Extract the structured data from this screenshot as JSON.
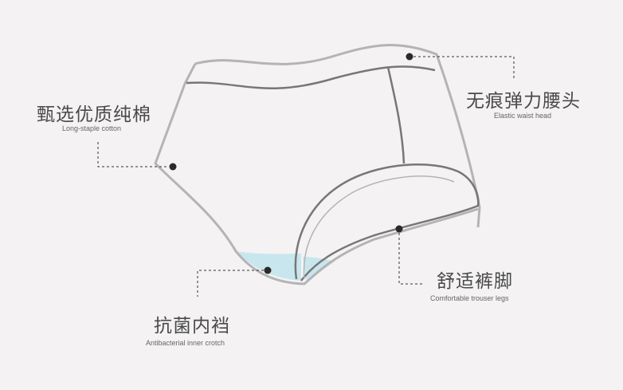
{
  "features": [
    {
      "title": "甄选优质纯棉",
      "subtitle": "Long-staple cotton"
    },
    {
      "title": "无痕弹力腰头",
      "subtitle": "Elastic waist head"
    },
    {
      "title": "舒适裤脚",
      "subtitle": "Comfortable trouser legs"
    },
    {
      "title": "抗菌内裆",
      "subtitle": "Antibacterial inner crotch"
    }
  ],
  "colors": {
    "background": "#f4f2f3",
    "outline": "#b5b3b4",
    "band": "#777777",
    "crotch": "#c8e6ee",
    "dot": "#2a2a2a"
  }
}
